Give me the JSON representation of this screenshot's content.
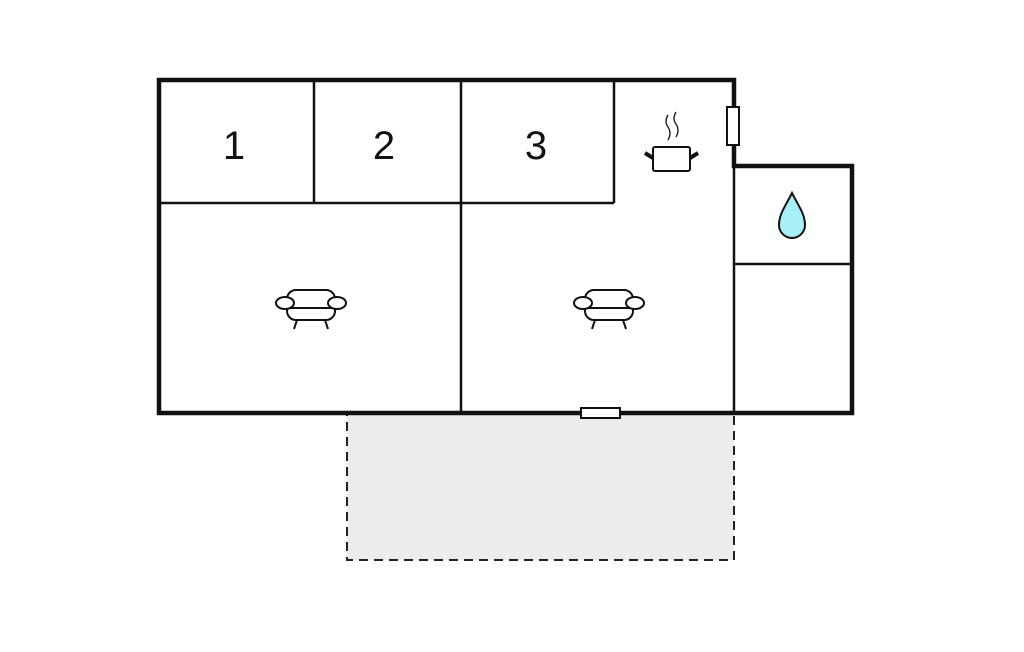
{
  "floorplan": {
    "rooms": [
      {
        "label": "1",
        "type": "bedroom"
      },
      {
        "label": "2",
        "type": "bedroom"
      },
      {
        "label": "3",
        "type": "bedroom"
      }
    ],
    "icons": [
      "sofa-icon",
      "sofa-icon",
      "cooking-pot-icon",
      "water-drop-icon"
    ],
    "colors": {
      "wall": "#111111",
      "terrace": "#eaeced",
      "water": "#a8f0f8"
    }
  }
}
